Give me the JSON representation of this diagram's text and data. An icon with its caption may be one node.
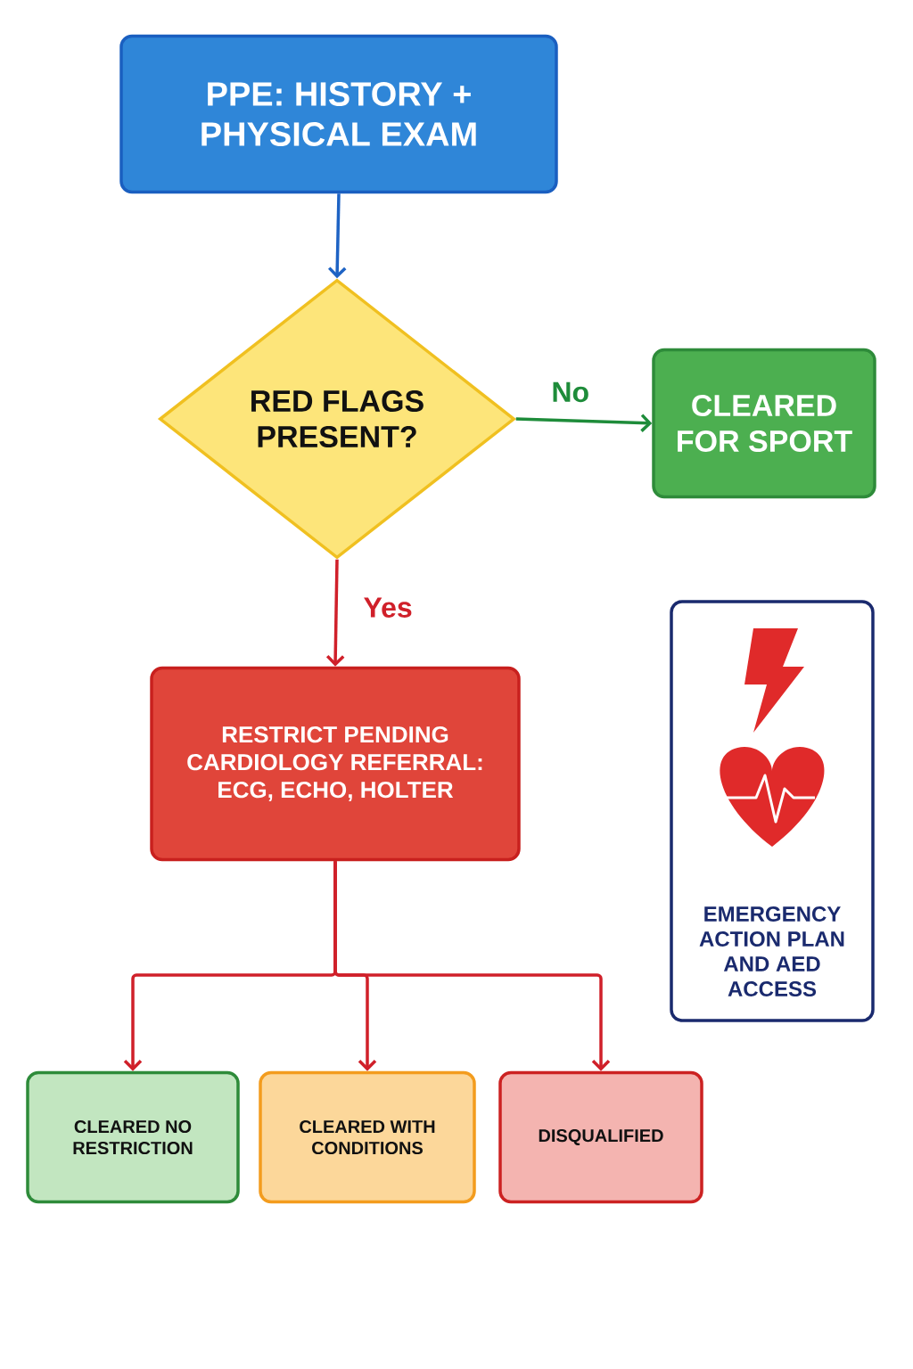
{
  "diagram": {
    "nodes": [
      {
        "text": [
          "PPE: HISTORY + PHYSICAL EXAM"
        ]
      },
      {
        "text": [
          "RED FLAGS PRESENT?"
        ]
      },
      {
        "text": [
          "CLEARED FOR SPORT"
        ]
      },
      {
        "text": [
          "RESTRICT PENDING CARDIOLOGY REFERRAL: ECG, ECHO, HOLTER"
        ]
      },
      {
        "text": [
          "CLEARED NO RESTRICTION"
        ]
      },
      {
        "text": [
          "CLEARED WITH CONDITIONS"
        ]
      },
      {
        "text": [
          "DISQUALIFIED"
        ]
      },
      {
        "text": [
          "EMERGENCY ACTION PLAN AND AED ACCESS"
        ]
      }
    ],
    "edges": [
      {
        "from": 0,
        "to": 1,
        "arrow": "to",
        "color": "#1e63c4"
      },
      {
        "from": 1,
        "to": 2,
        "arrow": "to",
        "label": "No",
        "color": "#1e8c3a"
      },
      {
        "from": 1,
        "to": 3,
        "arrow": "to",
        "label": "Yes"
      },
      {
        "from": 3,
        "to": 4,
        "arrow": "to"
      },
      {
        "from": 3,
        "to": 5,
        "arrow": "to"
      },
      {
        "from": 3,
        "to": 6,
        "arrow": "to"
      }
    ]
  }
}
